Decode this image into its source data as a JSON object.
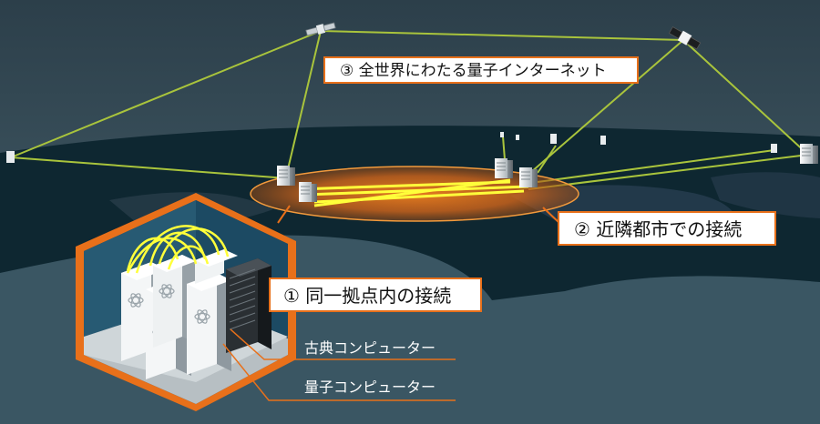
{
  "labels": {
    "global_internet": "③ 全世界にわたる量子インターネット",
    "nearby_city": "② 近隣都市での接続",
    "same_site": "① 同一拠点内の接続",
    "classical_computer": "古典コンピューター",
    "quantum_computer": "量子コンピューター"
  },
  "colors": {
    "sky": "#3c5663",
    "earth": "#0e2731",
    "land": "#253843",
    "accent_orange": "#e8701a",
    "link_green": "#a9c43c",
    "quantum_link_yellow": "#ffff3a"
  },
  "icons": {
    "satellite": "satellite-icon",
    "server": "server-icon",
    "atom": "atom-icon"
  }
}
